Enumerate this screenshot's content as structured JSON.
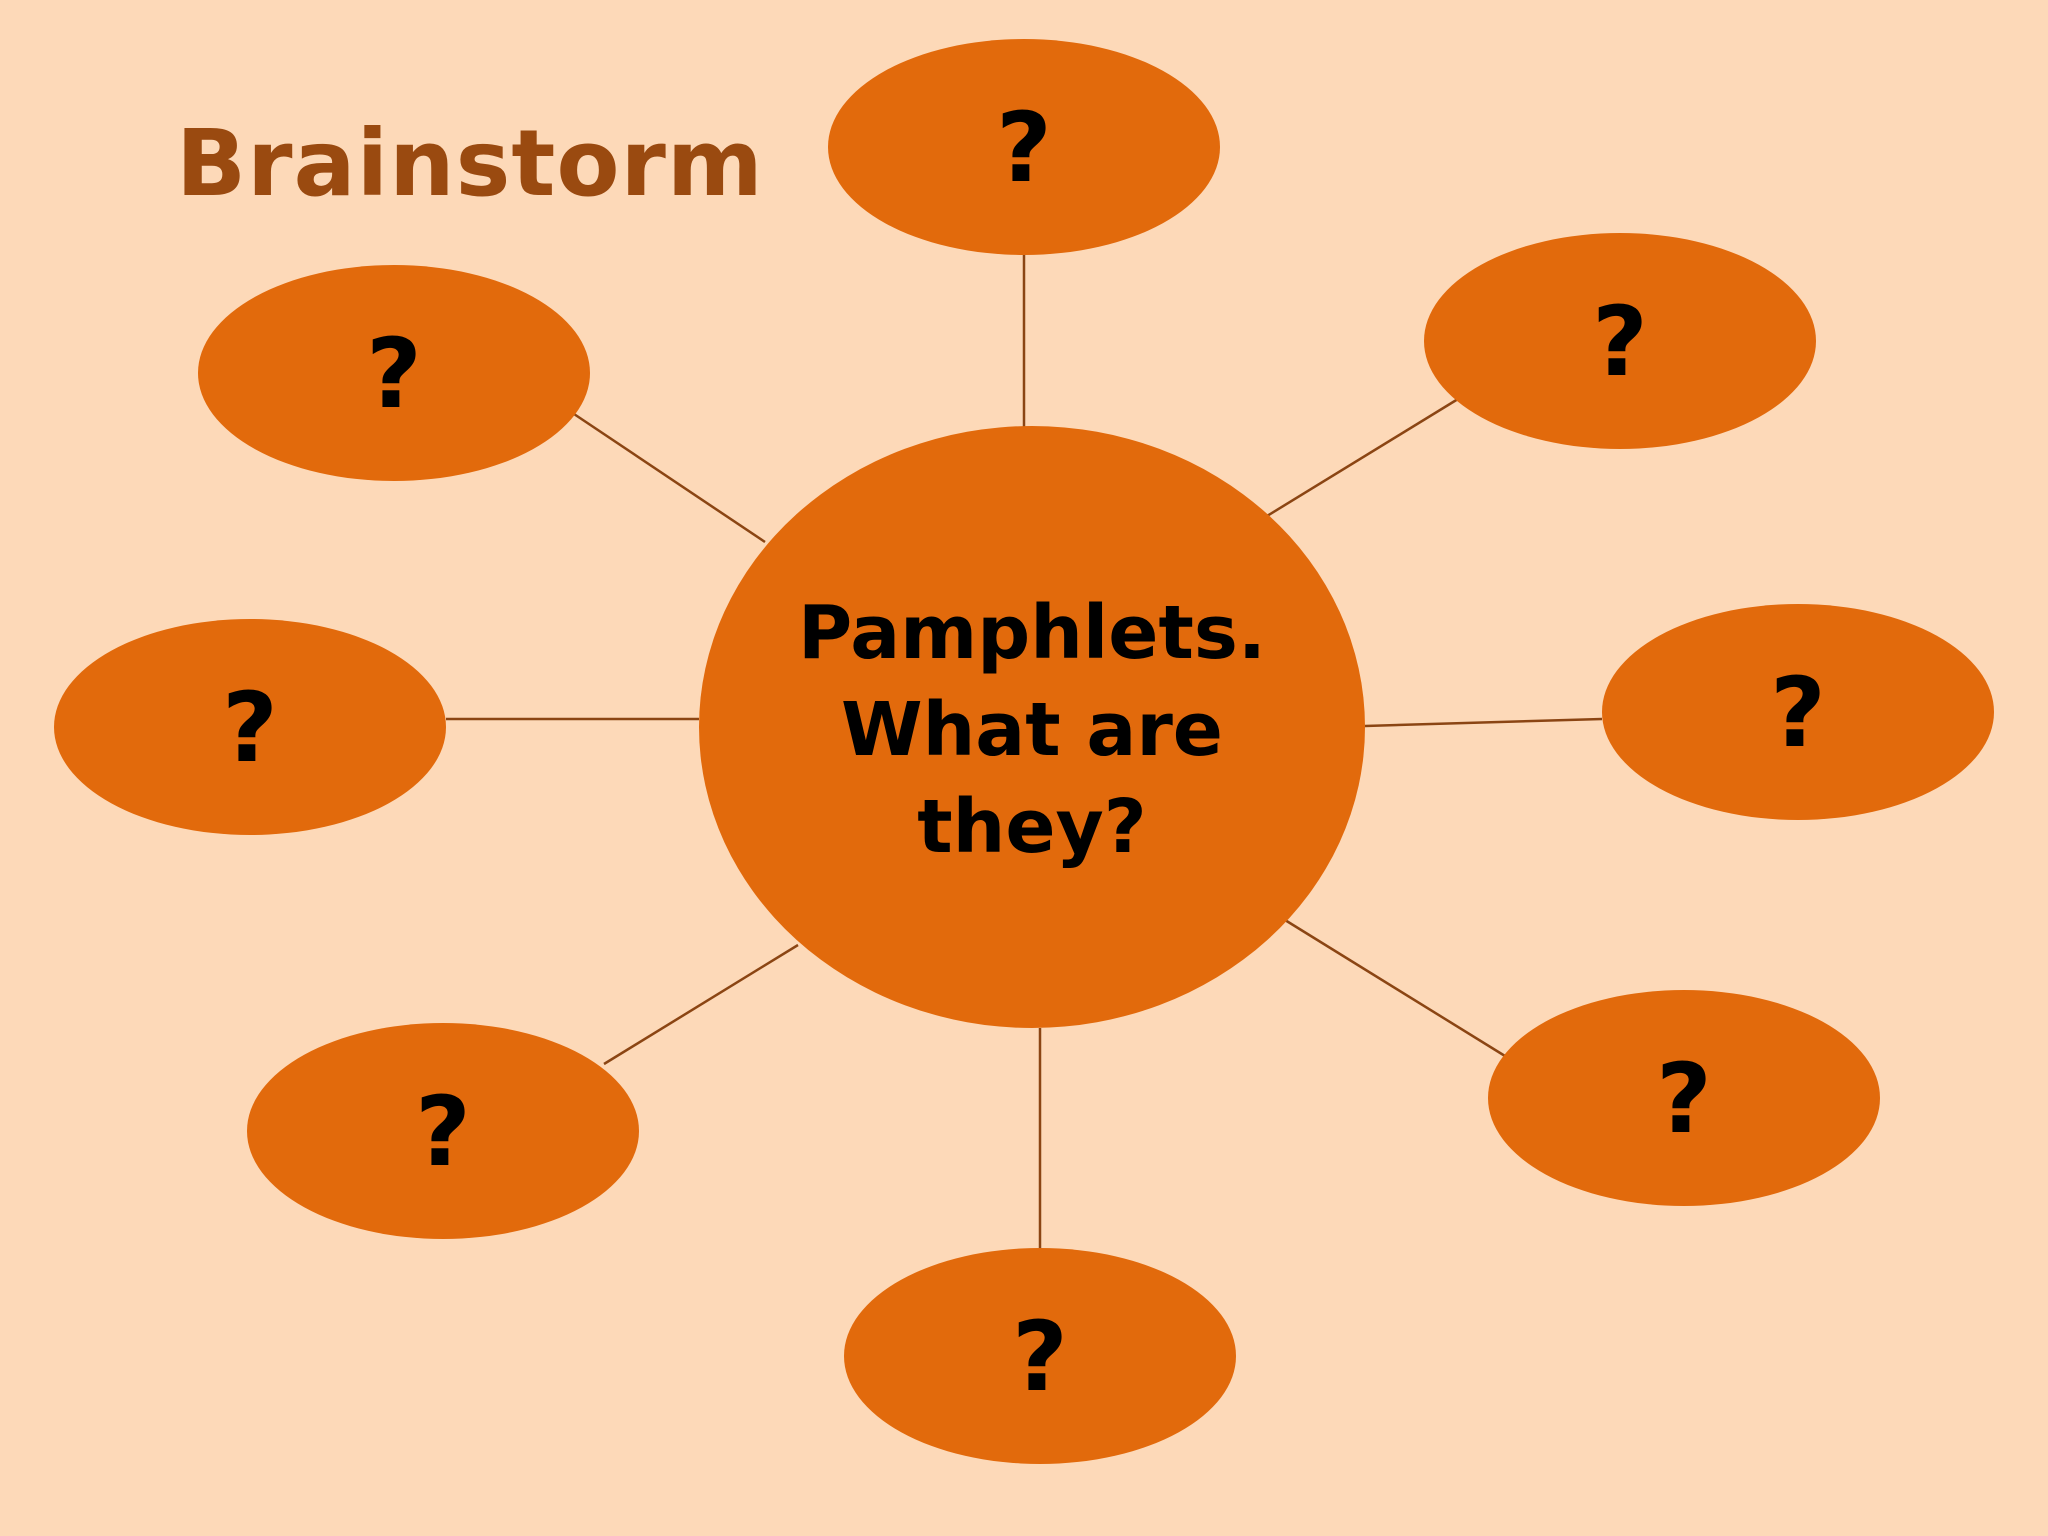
{
  "title": "Brainstorm",
  "center": {
    "lines": [
      "Pamphlets.",
      "What are",
      "they?"
    ]
  },
  "nodes": [
    {
      "id": "top",
      "label": "?"
    },
    {
      "id": "top-right",
      "label": "?"
    },
    {
      "id": "right",
      "label": "?"
    },
    {
      "id": "bottom-right",
      "label": "?"
    },
    {
      "id": "bottom",
      "label": "?"
    },
    {
      "id": "bottom-left",
      "label": "?"
    },
    {
      "id": "left",
      "label": "?"
    },
    {
      "id": "top-left",
      "label": "?"
    }
  ],
  "colors": {
    "background": "#FDD9B8",
    "ellipse_fill": "#E26A0C",
    "title": "#9A4A10",
    "connector": "#8B4513",
    "text": "#000000"
  }
}
